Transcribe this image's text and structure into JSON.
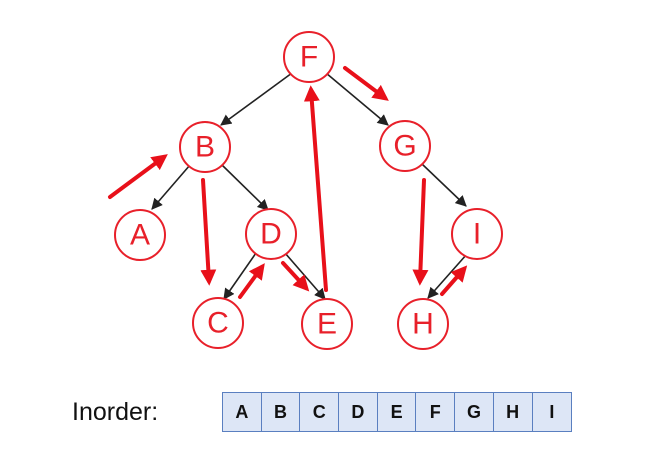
{
  "tree": {
    "nodes": [
      "F",
      "B",
      "G",
      "A",
      "D",
      "I",
      "C",
      "E",
      "H"
    ]
  },
  "inorder": {
    "label": "Inorder:",
    "sequence": [
      "A",
      "B",
      "C",
      "D",
      "E",
      "F",
      "G",
      "H",
      "I"
    ]
  },
  "colors": {
    "node": "#e8202a",
    "arrow": "#e8101a",
    "edge": "#222222",
    "cell_fill": "#dde6f6",
    "cell_border": "#5a7fc0"
  }
}
